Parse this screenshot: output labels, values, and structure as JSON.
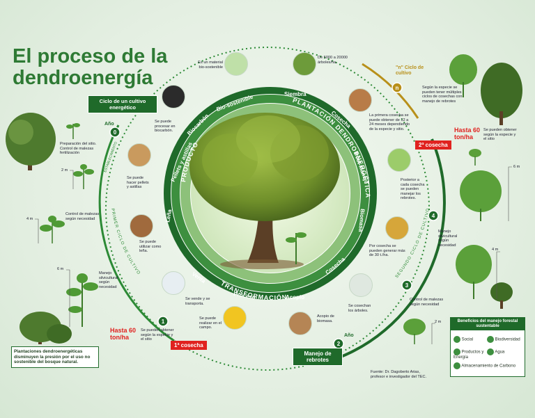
{
  "title": "El proceso de la dendroenergía",
  "cycle_label": "Ciclo de un cultivo energético",
  "year_label": "Año",
  "year_0": "0",
  "establecimiento": "ESTABLECIMIENTO",
  "primer_ciclo": "PRIMER CICLO DE CULTIVO",
  "segundo_ciclo": "SEGUNDO CICLO DE CULTIVO",
  "ring_words": {
    "plantacion": "PLANTACIÓN DENDROENERGÉTICA",
    "transformacion": "TRANSFORMACIÓN",
    "producto": "PRODUCTO",
    "siembra": "Siembra",
    "cosecha1": "Cosecha",
    "postmanejo": "Post-Manejo",
    "biomasa": "Biomasa",
    "cosecha2": "Cosecha",
    "acopio": "Acopio",
    "proceso": "Proceso",
    "venta": "Venta",
    "lena": "Leña",
    "pellets": "Pellets y astillas",
    "biocarbon": "Biocarbón",
    "biosostenible": "Bio-sostenible"
  },
  "notes": {
    "biosostenible": "Es un material bio-sostenible",
    "biocarbon": "Se puede procesar en biocarbón.",
    "pellets": "Se puede hacer pellets y astillas",
    "lena": "Se puede utilizar como leña.",
    "transporta": "Se vende y se transporta.",
    "campo": "Se puede realizar en el campo.",
    "acopio": "Acopio de biomasa.",
    "cosechan": "Se cosechan los árboles.",
    "biomasa": "Por cosecha se pueden generar más de 30 t./ha.",
    "postmanejo": "Posterior a cada cosecha se pueden manejar los rebrotes.",
    "primera_cosecha": "La primera cosecha se puede obtener de 12 a 24 meses dependiendo de la especie y sitio.",
    "siembra": "De 5000 a 20000 árboles/ha.",
    "preparacion": "Preparación del sitio. Control de malezas fertilización",
    "control1": "Control de malezas según necesidad",
    "manejo1": "Manejo silvicultural según necesidad",
    "obtener1": "Se pueden obtener según la especie y el sitio",
    "n_ciclo_desc": "Según la especie se pueden tener múltiples ciclos de cosechas con manejo de rebrotes",
    "obtener2": "Se pueden obtener según la especie y el sitio",
    "manejo2": "Manejo silvicultural según necesidad",
    "control2": "Control de malezas según necesidad",
    "plantaciones": "Plantaciones dendroenergéticas disminuyen la presión por el uso no sostenible del bosque natural."
  },
  "heights": {
    "h2": "2 m",
    "h4": "4 m",
    "h6": "6 m"
  },
  "n_ciclo": "\"n\" Ciclo de cultivo",
  "n_marker": "n",
  "hasta": "Hasta 60 ton/ha",
  "cosecha_1": "1ª cosecha",
  "cosecha_2": "2ª cosecha",
  "manejo_rebrotes": "Manejo de rebrotes",
  "markers": [
    "1",
    "2",
    "3",
    "4"
  ],
  "fuente": "Fuente: Dr. Dagoberto Arias, profesor e investigador del TEC.",
  "beneficios": {
    "title": "Beneficios del manejo forestal sustentable",
    "items": [
      "Social",
      "Biodiversidad",
      "Productos y Energía",
      "Agua",
      "Almacenamiento de Carbono"
    ]
  },
  "colors": {
    "dark_green": "#1f6a2a",
    "mid_green": "#3d8f3f",
    "light_green": "#8dc17a",
    "red": "#e0221f",
    "gold": "#b8901a"
  }
}
